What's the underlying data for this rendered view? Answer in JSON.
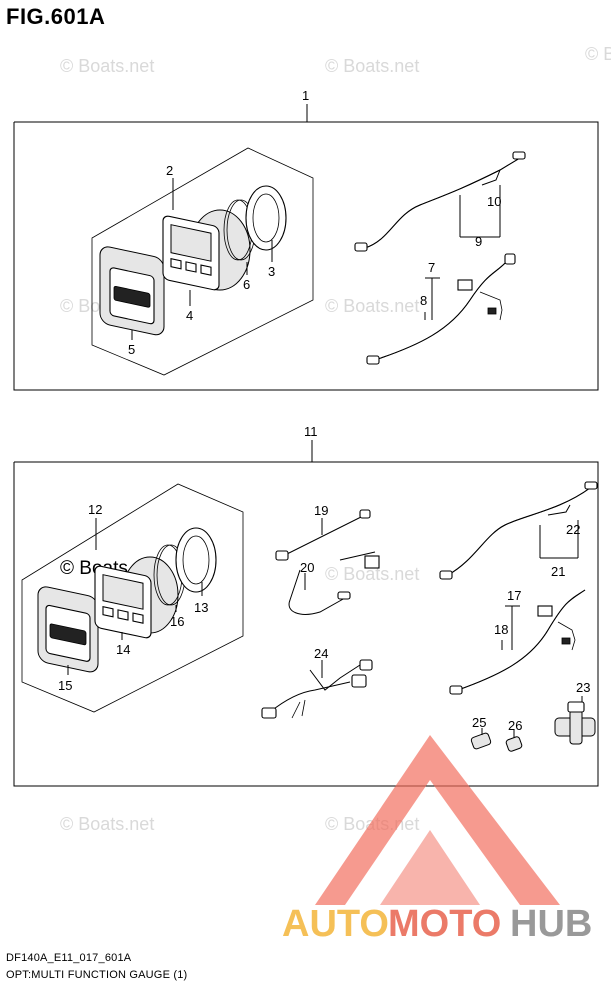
{
  "figure": {
    "title": "FIG.601A",
    "code": "DF140A_E11_017_601A",
    "caption": "OPT:MULTI FUNCTION GAUGE (1)"
  },
  "watermark": {
    "text": "© Boats.net",
    "color": "#d9d9d9"
  },
  "logo": {
    "part1": "AUTO",
    "part2": "MOTO",
    "part3": "HUB",
    "color_auto": "#f4b63a",
    "color_moto": "#e8634e",
    "color_hub": "#888888",
    "triangle_color": "#f26b5b"
  },
  "callouts": [
    "1",
    "2",
    "3",
    "4",
    "5",
    "6",
    "7",
    "8",
    "9",
    "10",
    "11",
    "12",
    "13",
    "14",
    "15",
    "16",
    "17",
    "18",
    "19",
    "20",
    "21",
    "22",
    "23",
    "24",
    "25",
    "26"
  ]
}
